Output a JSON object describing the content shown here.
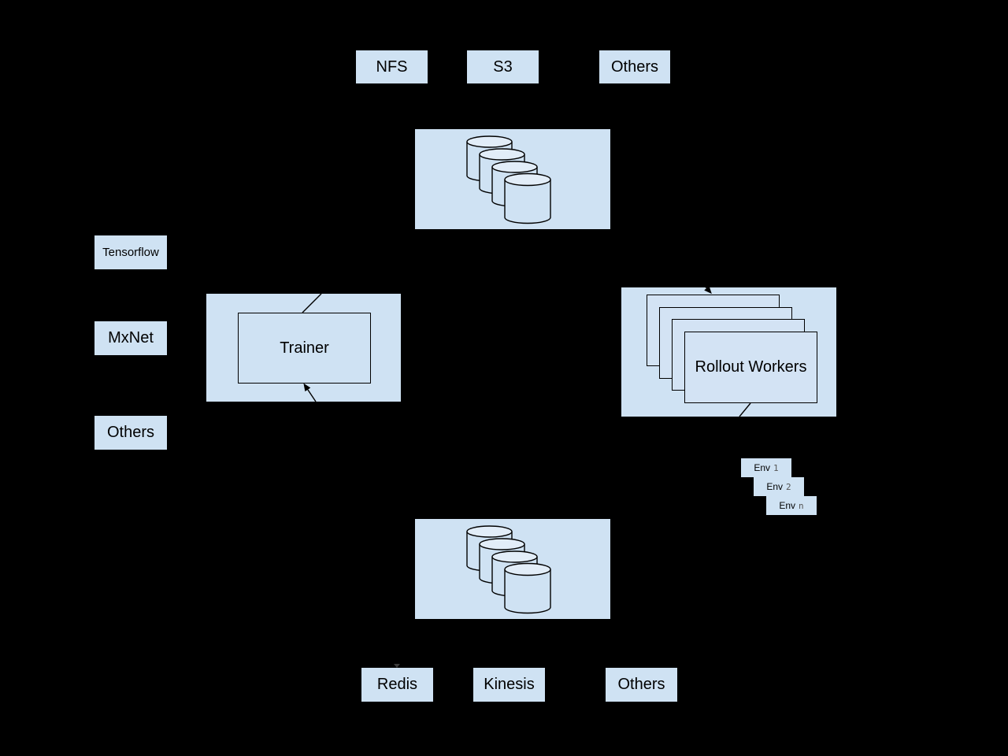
{
  "colors": {
    "background": "#000000",
    "box_fill": "#cfe2f3",
    "cylinder_top_fill": "#e2edf8",
    "stroke": "#000000",
    "text": "#000000"
  },
  "top_sources": {
    "items": [
      {
        "label": "NFS"
      },
      {
        "label": "S3"
      },
      {
        "label": "Others"
      }
    ]
  },
  "model_storage": {
    "icon": "database-stack",
    "cylinder_count": 4
  },
  "frameworks": {
    "items": [
      {
        "label": "Tensorflow"
      },
      {
        "label": "MxNet"
      },
      {
        "label": "Others"
      }
    ]
  },
  "trainer": {
    "label": "Trainer"
  },
  "rollout_workers": {
    "label": "Rollout Workers",
    "card_count": 4
  },
  "environments": {
    "items": [
      {
        "prefix": "Env",
        "index": "1"
      },
      {
        "prefix": "Env",
        "index": "2"
      },
      {
        "prefix": "Env",
        "index": "n"
      }
    ]
  },
  "data_storage": {
    "icon": "database-stack",
    "cylinder_count": 4
  },
  "bottom_sinks": {
    "items": [
      {
        "label": "Redis"
      },
      {
        "label": "Kinesis"
      },
      {
        "label": "Others"
      }
    ]
  }
}
